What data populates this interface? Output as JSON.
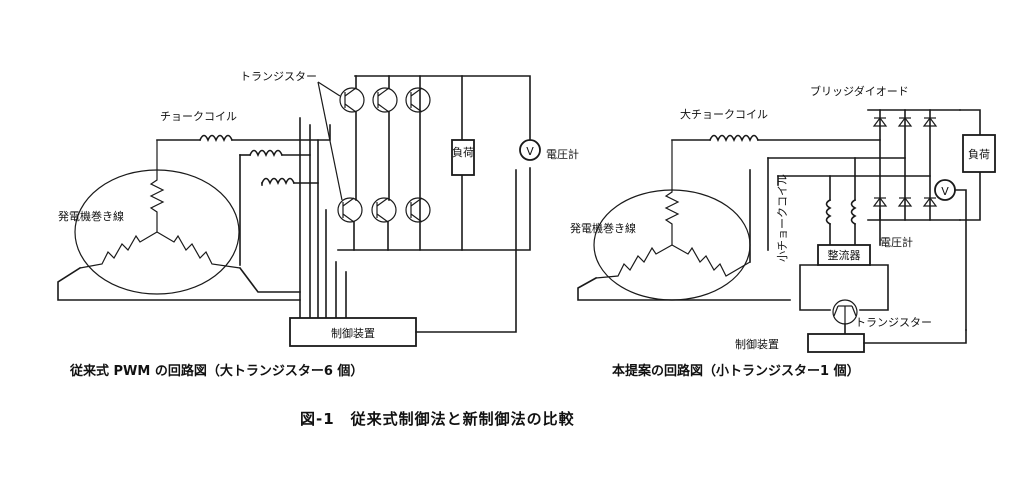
{
  "left": {
    "label_transistor": "トランジスター",
    "label_choke": "チョークコイル",
    "label_generator": "発電機巻き線",
    "label_load": "負荷",
    "label_voltmeter": "電圧計",
    "meter_symbol": "V",
    "label_controller": "制御装置",
    "caption": "従来式 PWM の回路図（大トランジスター6 個）"
  },
  "right": {
    "label_bridge": "ブリッジダイオード",
    "label_big_choke": "大チョークコイル",
    "label_generator": "発電機巻き線",
    "label_small_choke": "小チョークコイル",
    "label_load": "負荷",
    "label_voltmeter": "電圧計",
    "meter_symbol": "V",
    "label_rectifier": "整流器",
    "label_transistor": "トランジスター",
    "label_controller": "制御装置",
    "caption": "本提案の回路図（小トランジスター1 個）"
  },
  "figure_title": "図-1　従来式制御法と新制御法の比較"
}
